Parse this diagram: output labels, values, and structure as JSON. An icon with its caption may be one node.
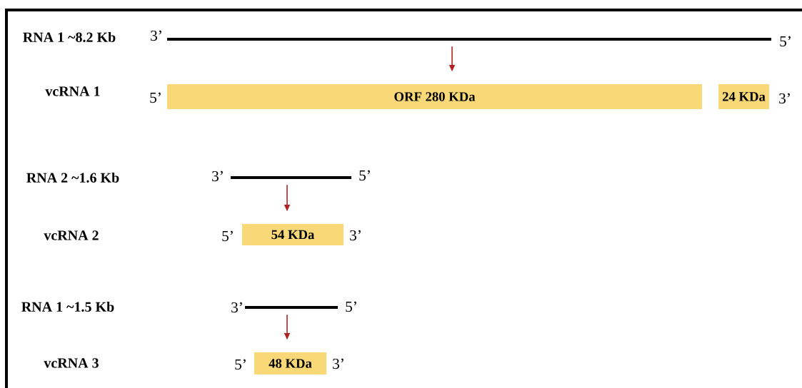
{
  "diagram": {
    "nodes": [
      {
        "text": [],
        "shape": "bar",
        "beside": [
          "3’",
          "5’"
        ]
      },
      {
        "text": [
          "ORF 280 KDa"
        ],
        "beside": [
          "5’"
        ]
      },
      {
        "text": [
          "24 KDa"
        ],
        "beside": [
          "3’"
        ]
      },
      {
        "text": [],
        "shape": "bar",
        "beside": [
          "3’",
          "5’"
        ]
      },
      {
        "text": [
          "54 KDa"
        ],
        "beside": [
          "5’",
          "3’"
        ]
      },
      {
        "text": [],
        "shape": "bar",
        "beside": [
          "3’",
          "5’"
        ]
      },
      {
        "text": [
          "48 KDa"
        ],
        "beside": [
          "5’",
          "3’"
        ]
      }
    ],
    "edges": [
      {
        "from": 0,
        "to": 1,
        "arrow": "to"
      },
      {
        "from": 3,
        "to": 4,
        "arrow": "to"
      },
      {
        "from": 5,
        "to": 6,
        "arrow": "to"
      }
    ],
    "labels": [
      "RNA 1 ~8.2 Kb",
      "vcRNA 1",
      "RNA 2 ~1.6 Kb",
      "vcRNA 2",
      "RNA 1 ~1.5 Kb",
      "vcRNA 3"
    ]
  }
}
